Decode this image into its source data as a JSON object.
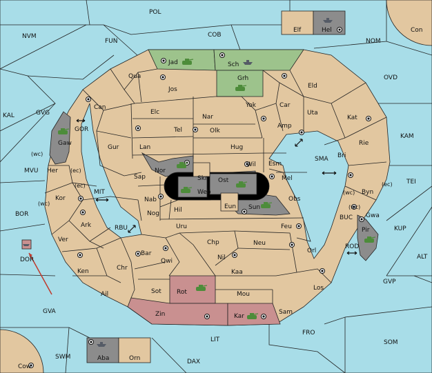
{
  "sea_labels": {
    "POL": "POL",
    "NVM": "NVM",
    "FUN": "FUN",
    "COB": "COB",
    "NOM": "NOM",
    "Con": "Con",
    "OVD": "OVD",
    "KAL": "KAL",
    "GVG": "GVG",
    "GOR": "GOR",
    "wc1": "(wc)",
    "MVU": "MVU",
    "ec1": "(ec)",
    "ec2": "(ec)",
    "wc2": "(wc)",
    "MIT": "MIT",
    "BOR": "BOR",
    "RBU": "RBU",
    "DOR": "DOR",
    "SMA": "SMA",
    "KAM": "KAM",
    "TEI": "TEI",
    "wc3": "(wc)",
    "ec3": "(ec)",
    "wc4": "(wc)",
    "BUC": "BUC",
    "KUP": "KUP",
    "ROD": "ROD",
    "ALT": "ALT",
    "GVP": "GVP",
    "GVA": "GVA",
    "FRO": "FRO",
    "SOM": "SOM",
    "LIT": "LIT",
    "SWM": "SWM",
    "DAX": "DAX",
    "Cow": "Cow"
  },
  "land_labels": {
    "Jad": "Jad",
    "Sch": "Sch",
    "Grh": "Grh",
    "Qua": "Qua",
    "Jos": "Jos",
    "Eld": "Eld",
    "Can": "Can",
    "Yok": "Yok",
    "Car": "Car",
    "Elc": "Elc",
    "Nar": "Nar",
    "Uta": "Uta",
    "Kat": "Kat",
    "Tel": "Tel",
    "Olk": "Olk",
    "Amp": "Amp",
    "Gaw": "Gaw",
    "Gur": "Gur",
    "Lan": "Lan",
    "Hug": "Hug",
    "Rie": "Rie",
    "Bri": "Bri",
    "Wil": "Wil",
    "Esm": "Esm",
    "Nor": "Nor",
    "Skr": "Skr",
    "Ost": "Ost",
    "Mel": "Mel",
    "Her": "Her",
    "Sap": "Sap",
    "Web": "Web",
    "Byn": "Byn",
    "Kor": "Kor",
    "Nab": "Nab",
    "Eun": "Eun",
    "Sun": "Sun",
    "Obs": "Obs",
    "Gwa": "Gwa",
    "Hil": "Hil",
    "Nog": "Nog",
    "Pir": "Pir",
    "Ark": "Ark",
    "Uru": "Uru",
    "Feu": "Feu",
    "Chp": "Chp",
    "Neu": "Neu",
    "Ver": "Ver",
    "Bar": "Bar",
    "Orl": "Orl",
    "Qwi": "Qwi",
    "Nil": "Nil",
    "Ken": "Ken",
    "Chr": "Chr",
    "Kaa": "Kaa",
    "Rot": "Rot",
    "Los": "Los",
    "Ail": "Ail",
    "Sot": "Sot",
    "Mou": "Mou",
    "Zin": "Zin",
    "Kar": "Kar",
    "Sam": "Sam",
    "Elf": "Elf",
    "Hel": "Hel",
    "Aba": "Aba",
    "Orn": "Orn"
  },
  "colors": {
    "sea": "#a8dde8",
    "land": "#e2c7a0",
    "green": "#9dc38c",
    "grey": "#8c8c8c",
    "red": "#c99090",
    "unit_army": "#4d8c3a",
    "unit_fleet": "#555b66"
  }
}
